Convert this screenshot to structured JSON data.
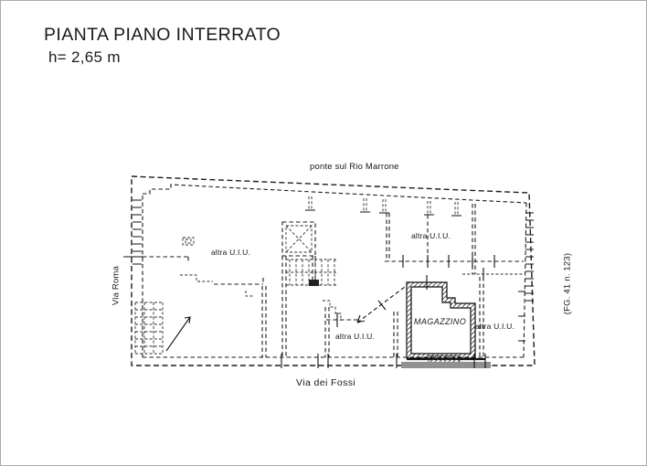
{
  "page": {
    "title": "PIANTA PIANO INTERRATO",
    "height_note": "h= 2,65 m"
  },
  "plan": {
    "street_top": "ponte sul Rio Marrone",
    "street_left": "Via Roma",
    "street_bottom": "Via dei Fossi",
    "cadastral_ref": "(FG. 41 n. 123)",
    "room_magazzino": "MAGAZZINO",
    "uiu_upper_left": "altra U.I.U.",
    "uiu_upper_right": "altra U.I.U.",
    "uiu_lower_center": "altra U.I.U.",
    "uiu_lower_right": "altra U.I.U."
  }
}
